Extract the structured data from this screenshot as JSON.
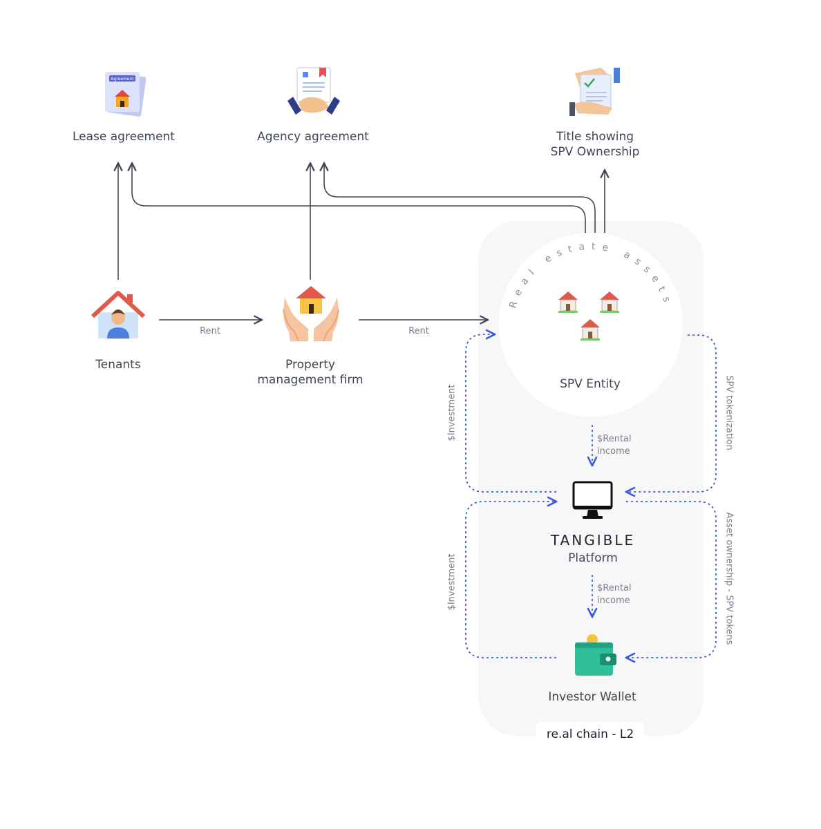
{
  "nodes": {
    "lease": {
      "label": "Lease agreement"
    },
    "agency": {
      "label": "Agency agreement"
    },
    "title": {
      "line1": "Title showing",
      "line2": "SPV Ownership"
    },
    "tenants": {
      "label": "Tenants"
    },
    "pmf": {
      "line1": "Property",
      "line2": "management firm"
    },
    "spv": {
      "label": "SPV Entity",
      "arc_text": "Real estate assets"
    },
    "platform": {
      "brand": "TANGIBLE",
      "label": "Platform"
    },
    "wallet": {
      "label": "Investor Wallet"
    },
    "agreement_doc": {
      "label": "Agreement"
    }
  },
  "edges": {
    "rent1": "Rent",
    "rent2": "Rent",
    "rental_income_1": {
      "line1": "$Rental",
      "line2": "income"
    },
    "rental_income_2": {
      "line1": "$Rental",
      "line2": "income"
    },
    "investment_top": "$Investment",
    "investment_bottom": "$Investment",
    "spv_tokenization": "SPV tokenization",
    "asset_ownership": "Asset ownership - SPV tokens"
  },
  "chain": {
    "label": "re.al chain - L2"
  },
  "colors": {
    "solid_arrow": "#3f4654",
    "dashed_arrow": "#3b5bdb",
    "panel": "#f7f7f8",
    "text": "#3f4654"
  }
}
